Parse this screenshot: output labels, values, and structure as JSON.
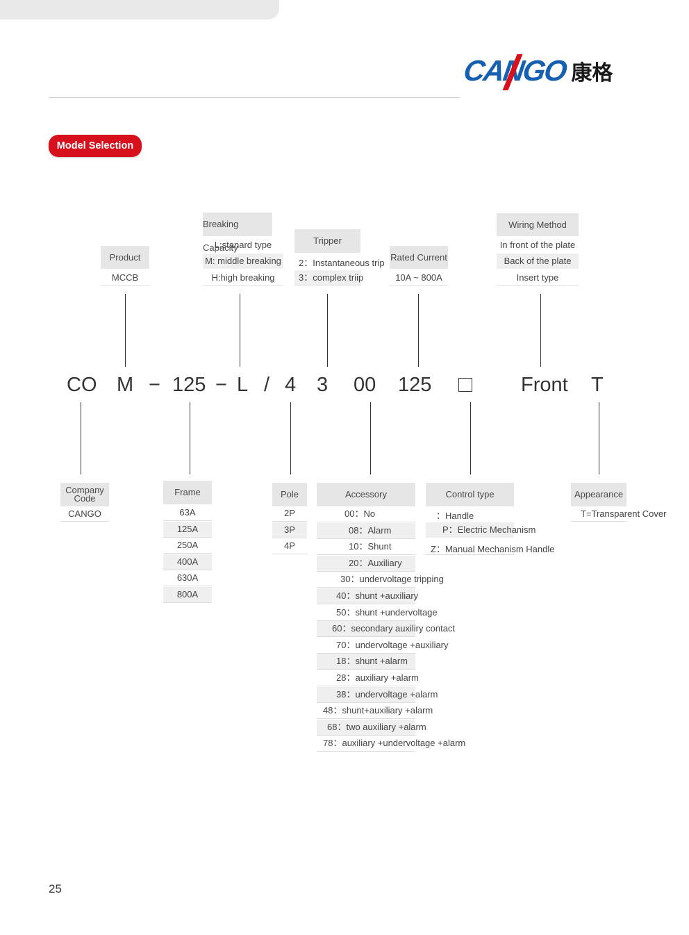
{
  "brand": {
    "latin": "CANGO",
    "chinese": "康格"
  },
  "section_label": "Model Selection",
  "code": {
    "company": "CO",
    "product": "M",
    "dash1": "−",
    "frame": "125",
    "dash2": "−",
    "breaking": "L",
    "slash": "/",
    "pole": "4",
    "tripper": "3",
    "accessory": "00",
    "current": "125",
    "control_placeholder": "□",
    "wiring": "Front",
    "appearance": "T"
  },
  "top_groups": {
    "product": {
      "title": "Product",
      "rows": [
        "MCCB"
      ]
    },
    "breaking_capacity": {
      "title": "Breaking Capacity",
      "rows": [
        "L:stanard type",
        "M: middle breaking",
        "H:high breaking"
      ]
    },
    "tripper": {
      "title": "Tripper",
      "rows": [
        "2：Instantaneous trip",
        "3：complex triip"
      ]
    },
    "rated_current": {
      "title": "Rated Current",
      "rows": [
        "10A ~ 800A"
      ]
    },
    "wiring_method": {
      "title": "Wiring Method",
      "rows": [
        "In front of the plate",
        "Back of the plate",
        "Insert type"
      ]
    }
  },
  "bottom_groups": {
    "company_code": {
      "title_line1": "Company",
      "title_line2": "Code",
      "rows": [
        "CANGO"
      ]
    },
    "frame": {
      "title": "Frame",
      "rows": [
        "63A",
        "125A",
        "250A",
        "400A",
        "630A",
        "800A"
      ]
    },
    "pole": {
      "title": "Pole",
      "rows": [
        "2P",
        "3P",
        "4P"
      ]
    },
    "accessory": {
      "title": "Accessory",
      "rows": [
        "00：No",
        "08：Alarm",
        "10：Shunt",
        "20：Auxiliary",
        "30：undervoltage tripping",
        "40：shunt +auxiliary",
        "50：shunt +undervoltage",
        "60：secondary auxiliry contact",
        "70：undervoltage +auxiliary",
        "18：shunt +alarm",
        "28：auxiliary +alarm",
        "38：undervoltage +alarm",
        "48：shunt+auxiliary +alarm",
        "68：two auxiliary +alarm",
        "78：auxiliary +undervoltage +alarm"
      ]
    },
    "control_type": {
      "title": "Control type",
      "rows": [
        "：Handle",
        "P：Electric  Mechanism",
        "Z：Manual Mechanism Handle"
      ]
    },
    "appearance": {
      "title": "Appearance",
      "rows": [
        "T=Transparent Cover"
      ]
    }
  },
  "page_number": "25"
}
